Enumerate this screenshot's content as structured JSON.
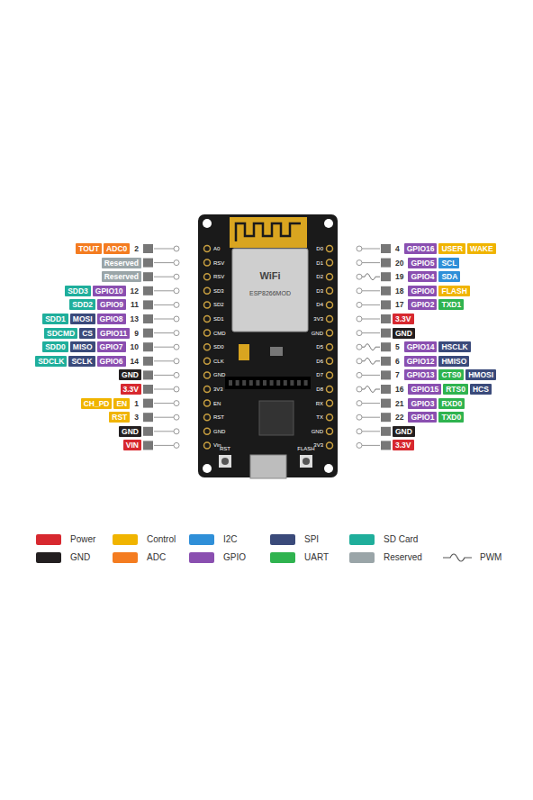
{
  "diagram": {
    "labels": [
      "TOUT",
      "ADC0",
      "2",
      "Reserved",
      "Reserved",
      "SDD3",
      "GPIO10",
      "12",
      "SDD2",
      "GPIO9",
      "11",
      "SDD1",
      "MOSI",
      "GPIO8",
      "13",
      "SDCMD",
      "CS",
      "GPIO11",
      "9",
      "SDD0",
      "MISO",
      "GPIO7",
      "10",
      "SDCLK",
      "SCLK",
      "GPIO6",
      "14",
      "GND",
      "3.3V",
      "CH_PD",
      "EN",
      "1",
      "RST",
      "3",
      "GND",
      "VIN",
      "4",
      "GPIO16",
      "USER",
      "WAKE",
      "20",
      "GPIO5",
      "SCL",
      "19",
      "GPIO4",
      "SDA",
      "18",
      "GPIO0",
      "FLASH",
      "17",
      "GPIO2",
      "TXD1",
      "3.3V",
      "GND",
      "5",
      "GPIO14",
      "HSCLK",
      "6",
      "GPIO12",
      "HMISO",
      "7",
      "GPIO13",
      "CTS0",
      "HMOSI",
      "16",
      "GPIO15",
      "RTS0",
      "HCS",
      "21",
      "GPIO3",
      "RXD0",
      "22",
      "GPIO1",
      "TXD0",
      "GND",
      "3.3V",
      "A0",
      "RSV",
      "RSV",
      "SD3",
      "SD2",
      "SD1",
      "CMD",
      "SD0",
      "CLK",
      "GND",
      "3V3",
      "EN",
      "RST",
      "GND",
      "Vin",
      "D0",
      "D1",
      "D2",
      "D3",
      "D4",
      "3V3",
      "GND",
      "D5",
      "D6",
      "D7",
      "D8",
      "RX",
      "TX",
      "GND",
      "3V3",
      "RST",
      "FLASH",
      "WiFi",
      "ESP8266MOD"
    ],
    "legend": [
      {
        "text": "Power",
        "color": "#d7282f"
      },
      {
        "text": "Control",
        "color": "#f0b400"
      },
      {
        "text": "I2C",
        "color": "#2f8fd8"
      },
      {
        "text": "SPI",
        "color": "#3a4a7a"
      },
      {
        "text": "SD Card",
        "color": "#1fae9b"
      },
      {
        "text": "GND",
        "color": "#231f20"
      },
      {
        "text": "ADC",
        "color": "#f47c20"
      },
      {
        "text": "GPIO",
        "color": "#8a4fb0"
      },
      {
        "text": "UART",
        "color": "#2fb34f"
      },
      {
        "text": "Reserved",
        "color": "#9aa5a8"
      },
      {
        "text": "PWM"
      }
    ]
  }
}
